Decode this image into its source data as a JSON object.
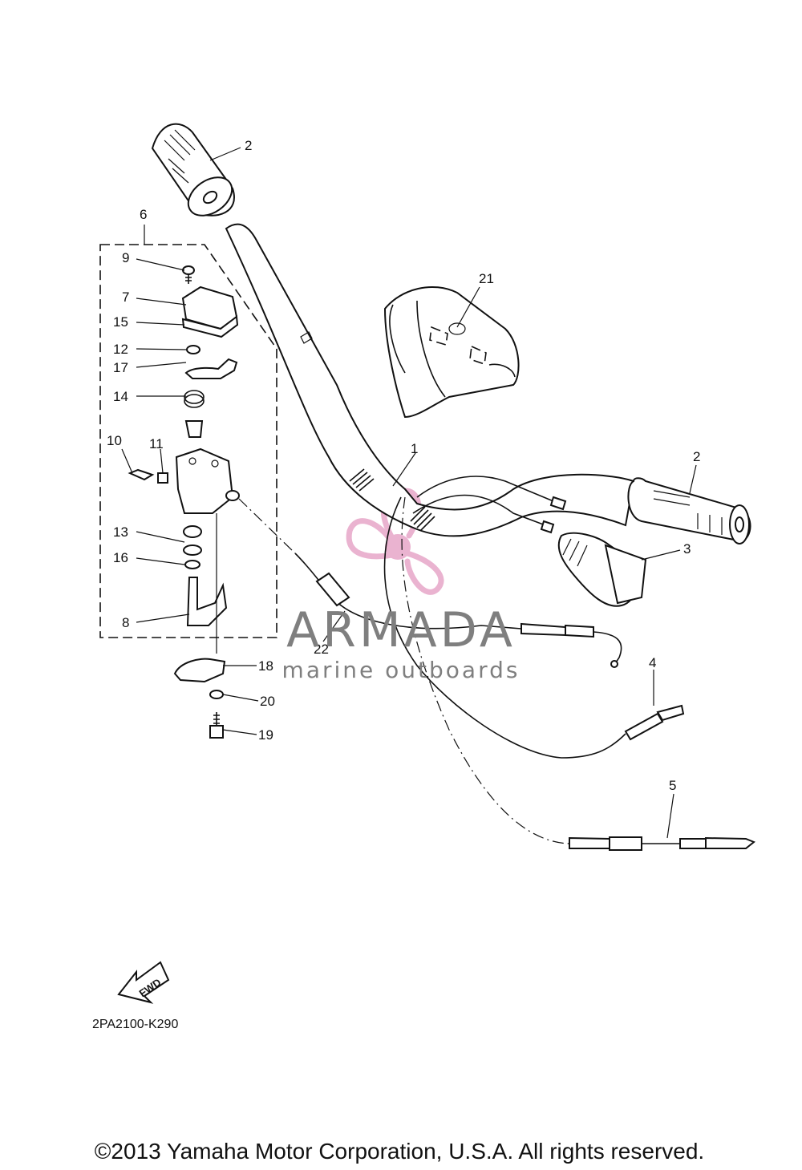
{
  "diagram_code": "2PA2100-K290",
  "copyright": "©2013 Yamaha Motor Corporation, U.S.A. All rights reserved.",
  "watermark": {
    "brand": "ARMADA",
    "tagline": "marine outboards",
    "logo_color": "#e7a6c8",
    "text_color": "#7f7f7f"
  },
  "fwd_label": "FWD",
  "callouts": {
    "c1": "1",
    "c2a": "2",
    "c2b": "2",
    "c3": "3",
    "c4": "4",
    "c5": "5",
    "c6": "6",
    "c7": "7",
    "c8": "8",
    "c9": "9",
    "c10": "10",
    "c11": "11",
    "c12": "12",
    "c13": "13",
    "c14": "14",
    "c15": "15",
    "c16": "16",
    "c17": "17",
    "c18": "18",
    "c19": "19",
    "c20": "20",
    "c21": "21",
    "c22": "22"
  }
}
